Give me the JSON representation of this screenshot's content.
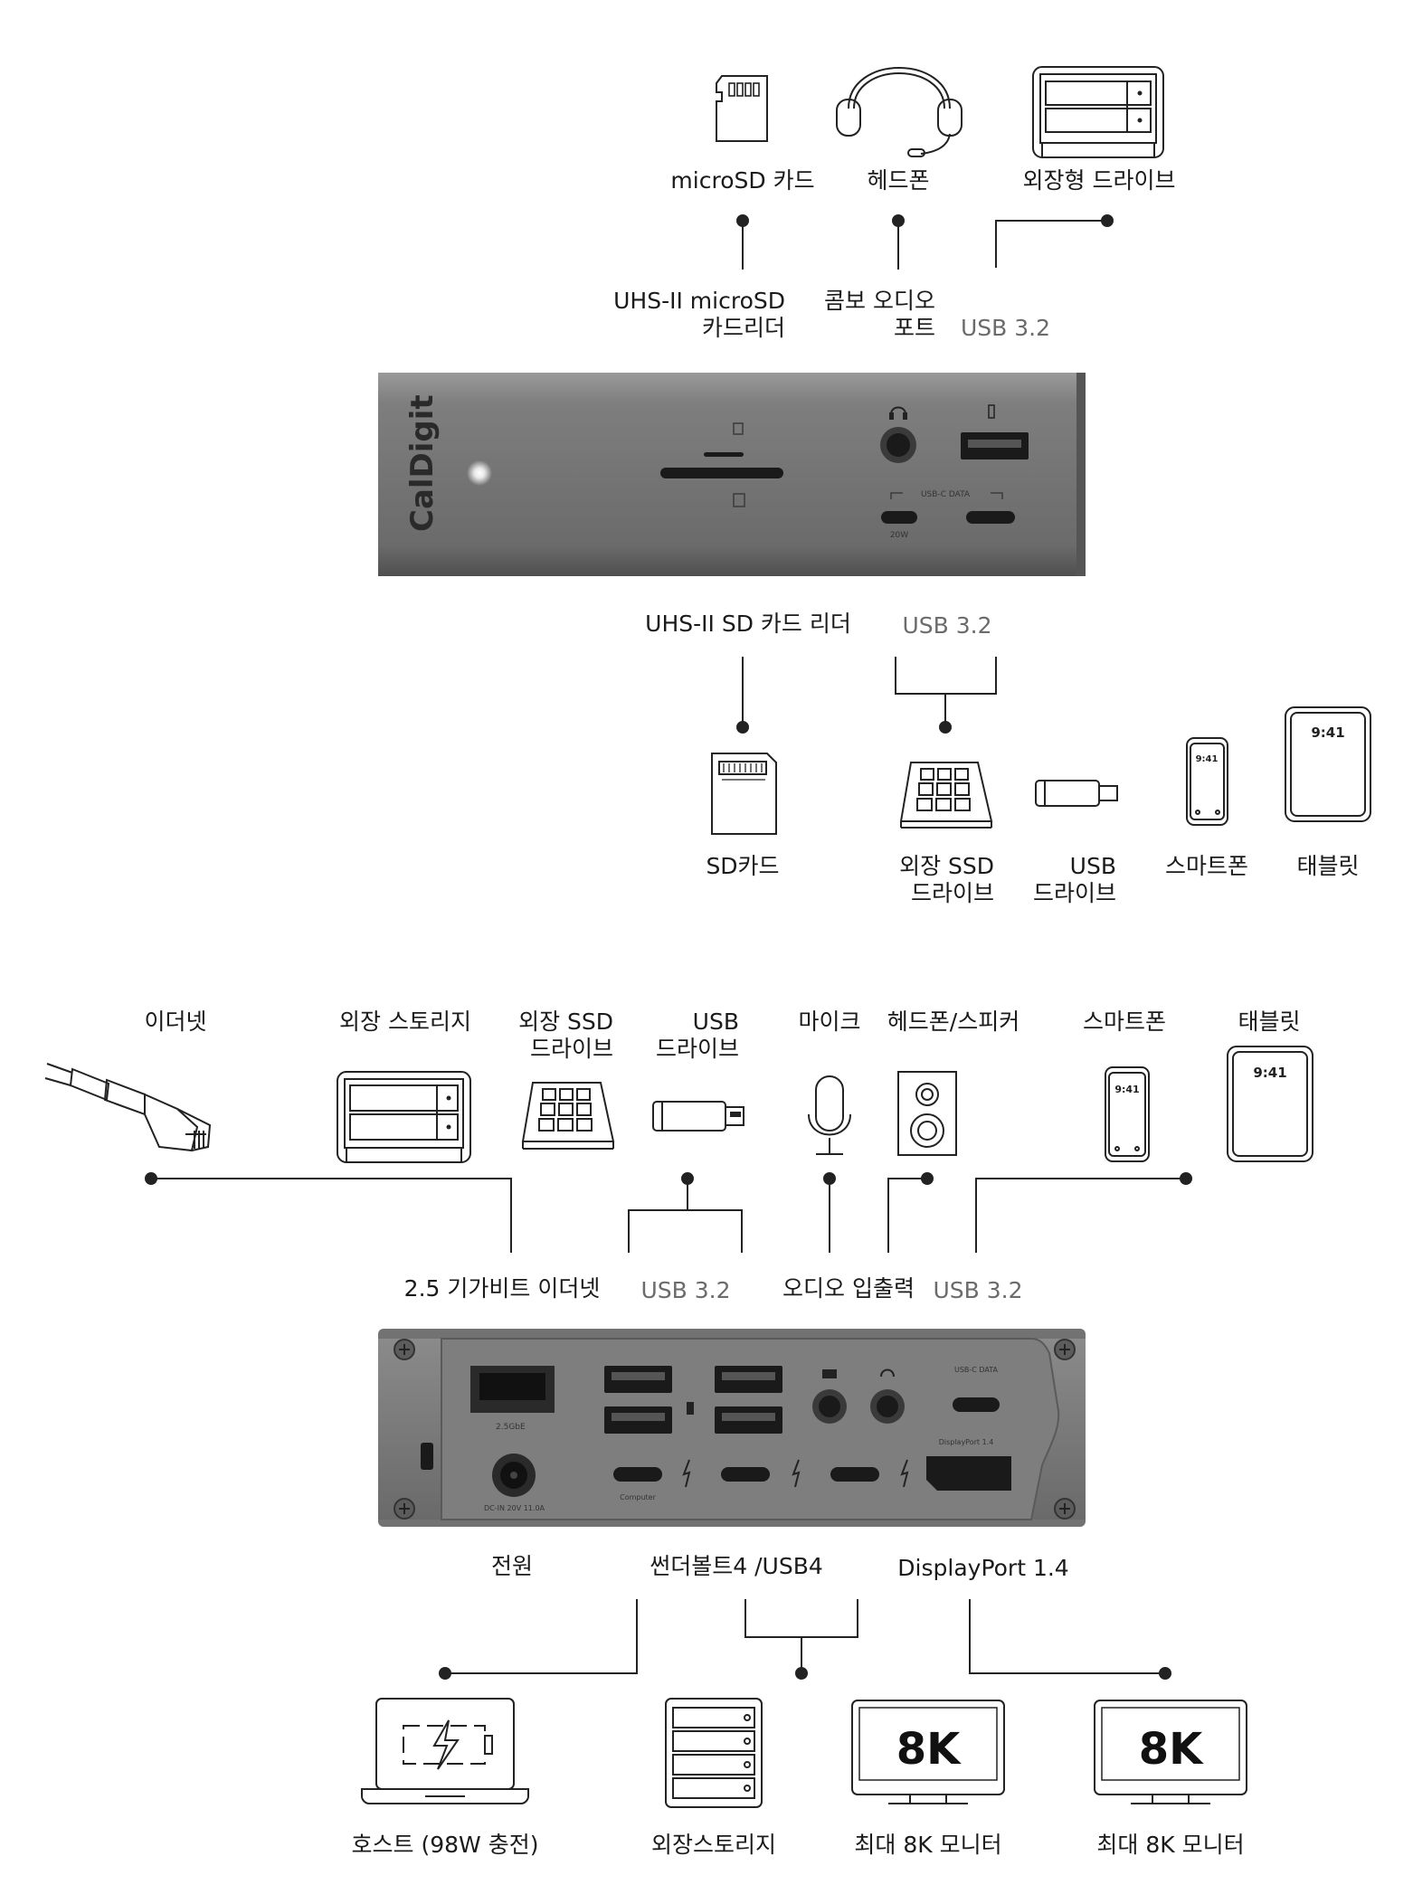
{
  "front_top": {
    "devices": {
      "microsd": "microSD 카드",
      "headphones": "헤드폰",
      "external_drive": "외장형 드라이브"
    },
    "ports": {
      "uhs2_microsd_reader": "UHS-II microSD\n카드리더",
      "combo_audio": "콤보 오디오\n포트",
      "usb32": "USB 3.2"
    }
  },
  "front_bottom": {
    "ports": {
      "uhs2_sd_reader": "UHS-II SD 카드 리더",
      "usb32": "USB 3.2"
    },
    "devices": {
      "sd_card": "SD카드",
      "external_ssd": "외장 SSD\n드라이브",
      "usb_drive": "USB\n드라이브",
      "smartphone": "스마트폰",
      "tablet": "태블릿"
    }
  },
  "front_panel": {
    "brand": "CalDigit",
    "usbc_data": "USB-C DATA",
    "usbc_power": "20W"
  },
  "rear_top": {
    "devices": {
      "ethernet": "이더넷",
      "external_storage": "외장 스토리지",
      "external_ssd": "외장 SSD\n드라이브",
      "usb_drive": "USB\n드라이브",
      "microphone": "마이크",
      "speaker": "헤드폰/스피커",
      "smartphone": "스마트폰",
      "tablet": "태블릿"
    },
    "ports": {
      "ethernet_25g": "2.5 기가비트 이더넷",
      "usb32_a": "USB 3.2",
      "audio_io": "오디오 입출력",
      "usb32_c": "USB 3.2"
    }
  },
  "rear_panel": {
    "ethernet_label": "2.5GbE",
    "power_label": "DC-IN 20V 11.0A",
    "computer_label": "Computer",
    "usbc_data": "USB-C DATA",
    "displayport_label": "DisplayPort 1.4"
  },
  "rear_bottom": {
    "ports": {
      "power": "전원",
      "thunderbolt": "썬더볼트4 /USB4",
      "displayport": "DisplayPort 1.4"
    },
    "devices": {
      "host": "호스트 (98W 충전)",
      "external_storage": "외장스토리지",
      "monitor_1": "최대 8K 모니터",
      "monitor_2": "최대 8K 모니터"
    },
    "monitor_badge": "8K"
  },
  "screen_time": "9:41"
}
